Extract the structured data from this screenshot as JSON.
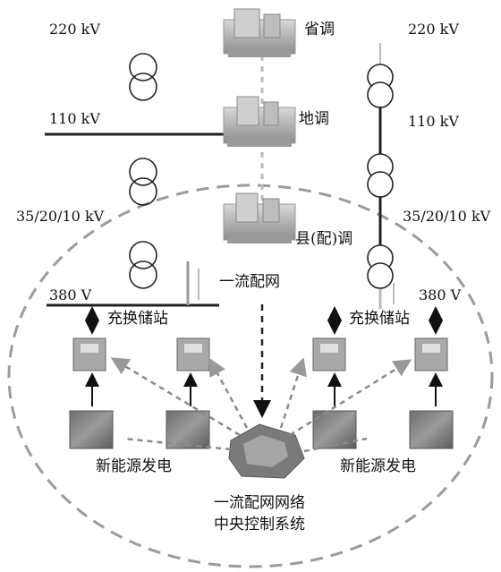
{
  "labels": {
    "v220_left": "220 kV",
    "v220_right": "220 kV",
    "v110_left": "110 kV",
    "v110_right": "110 kV",
    "v35_left": "35/20/10 kV",
    "v35_right": "35/20/10 kV",
    "v380_left": "380 V",
    "v380_right": "380 V",
    "provincial_dispatch": "省调",
    "prefecture_dispatch": "地调",
    "county_dispatch": "县(配)调",
    "first_class_network": "一流配网",
    "swap_station_left": "充换储站",
    "swap_station_right": "充换储站",
    "new_energy_left": "新能源发电",
    "new_energy_right": "新能源发电",
    "control_system_line1": "一流配网网络",
    "control_system_line2": "中央控制系统"
  },
  "icons": {
    "transformer": "transformer-icon",
    "dispatch_center": "dispatch-center-icon",
    "swap_station": "charging-station-icon",
    "solar_panel": "solar-panel-icon",
    "control_system": "control-system-icon"
  },
  "colors": {
    "line": "#111111",
    "gray_line": "#9a9a9a",
    "dashed_arrow": "#8a8a8a",
    "ring": "#9b9b9b"
  }
}
